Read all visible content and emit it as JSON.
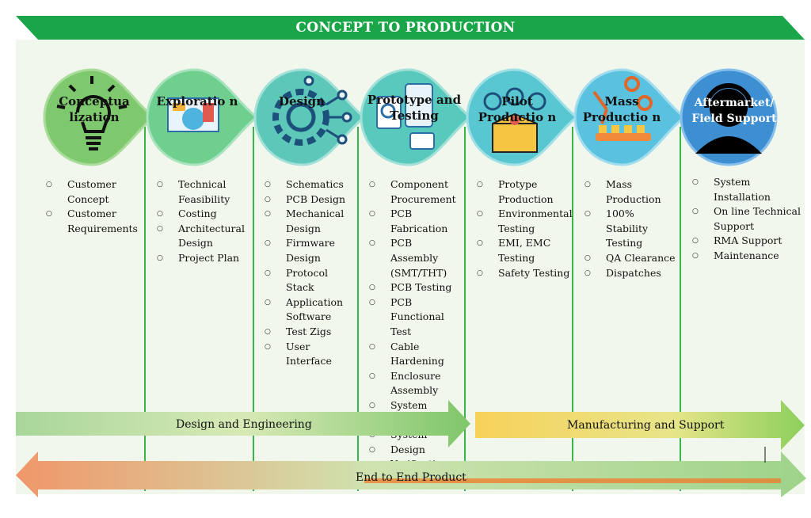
{
  "banner": {
    "title": "CONCEPT TO PRODUCTION"
  },
  "stages": [
    {
      "label": "Conceptua lization",
      "icon": "lightbulb-icon"
    },
    {
      "label": "Exploratio n",
      "icon": "blueprint-icon"
    },
    {
      "label": "Design",
      "icon": "gear-circuit-icon"
    },
    {
      "label": "Prototype and Testing",
      "icon": "device-test-icon"
    },
    {
      "label": "Pilot Productio n",
      "icon": "box-team-icon"
    },
    {
      "label": "Mass Productio n",
      "icon": "robot-arm-icon"
    },
    {
      "label": "Aftermarket/ Field Support",
      "icon": "headset-support-icon"
    }
  ],
  "columns": [
    [
      "Customer Concept",
      "Customer Requirements"
    ],
    [
      "Technical Feasibility",
      "Costing",
      "Architectural Design",
      "Project Plan"
    ],
    [
      "Schematics",
      "PCB Design",
      "Mechanical Design",
      "Firmware Design",
      "Protocol Stack",
      "Application Software",
      "Test Zigs",
      "User Interface"
    ],
    [
      "Component Procurement",
      "PCB Fabrication",
      "PCB Assembly (SMT/THT)",
      "PCB Testing",
      "PCB Functional Test",
      "Cable Hardening",
      "Enclosure Assembly",
      "System Integration",
      "System",
      "Design Verification"
    ],
    [
      "Protype Production",
      "Environmental Testing",
      "EMI, EMC Testing",
      "Safety Testing"
    ],
    [
      "Mass Production",
      "100% Stability Testing",
      "QA Clearance",
      "Dispatches"
    ],
    [
      "System Installation",
      "On line Technical Support",
      "RMA Support",
      "Maintenance"
    ]
  ],
  "phases": {
    "design_engineering": "Design and Engineering",
    "manufacturing_support": "Manufacturing and Support",
    "end_to_end": "End to End Product"
  }
}
